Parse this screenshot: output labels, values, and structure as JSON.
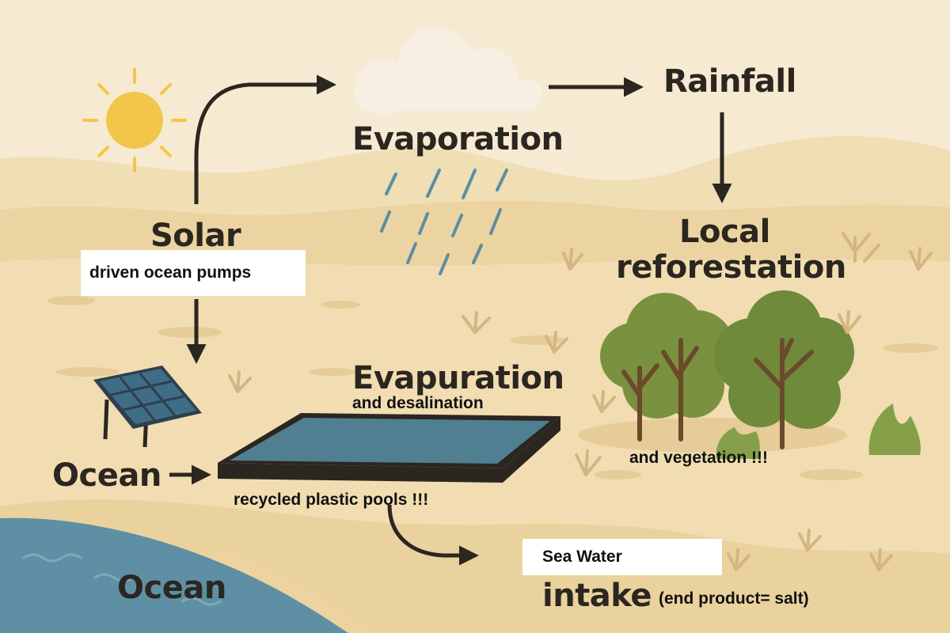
{
  "labels": {
    "rainfall": "Rainfall",
    "evaporation": "Evaporation",
    "solar": "Solar",
    "solar_sub": "driven ocean pumps",
    "local": "Local",
    "reforestation": "reforestation",
    "evapuration": "Evapuration",
    "desalination": "and desalination",
    "ocean_arrow": "Ocean",
    "vegetation": "and vegetation !!!",
    "pools": "recycled  plastic pools !!!",
    "sea_water": "Sea Water",
    "intake": "intake",
    "end_product": "(end product= salt)",
    "ocean_body": "Ocean"
  },
  "colors": {
    "background": "#f7ead2",
    "hills": "#eedcb2",
    "ground": "#ecd6a6",
    "ocean": "#5e8fa5",
    "pool": "#4f7f90",
    "sun": "#f2c64a",
    "cloud": "#f6efe2",
    "rain": "#5b8ea3",
    "tree_foliage": "#7a9140",
    "tree_trunk": "#6b4a2b",
    "arrow": "#2b2620"
  },
  "icons": [
    "sun-icon",
    "cloud-icon",
    "rain-icon",
    "solar-panel-icon",
    "pool-icon",
    "tree-icon",
    "grass-icon",
    "wave-icon"
  ]
}
